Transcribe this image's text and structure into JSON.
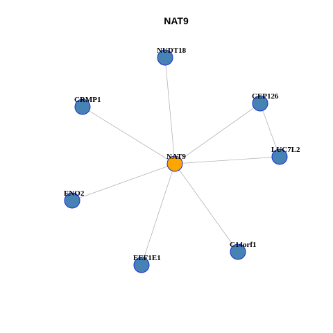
{
  "title": "NAT9",
  "colors": {
    "center_fill": "#FFA500",
    "node_fill": "#4682B4",
    "node_stroke": "#1a2ecc",
    "edge": "#b3b3b3",
    "background": "#ffffff"
  },
  "nodes": [
    {
      "id": "NAT9",
      "label": "NAT9",
      "center": true
    },
    {
      "id": "NUDT18",
      "label": "NUDT18"
    },
    {
      "id": "CRMP1",
      "label": "CRMP1"
    },
    {
      "id": "CEP126",
      "label": "CEP126"
    },
    {
      "id": "LUC7L2",
      "label": "LUC7L2"
    },
    {
      "id": "ENO2",
      "label": "ENO2"
    },
    {
      "id": "C14orf1",
      "label": "C14orf1"
    },
    {
      "id": "EEF1E1",
      "label": "EEF1E1"
    }
  ],
  "edges": [
    [
      "NAT9",
      "NUDT18"
    ],
    [
      "NAT9",
      "CRMP1"
    ],
    [
      "NAT9",
      "CEP126"
    ],
    [
      "NAT9",
      "LUC7L2"
    ],
    [
      "NAT9",
      "ENO2"
    ],
    [
      "NAT9",
      "C14orf1"
    ],
    [
      "NAT9",
      "EEF1E1"
    ],
    [
      "CEP126",
      "LUC7L2"
    ]
  ]
}
